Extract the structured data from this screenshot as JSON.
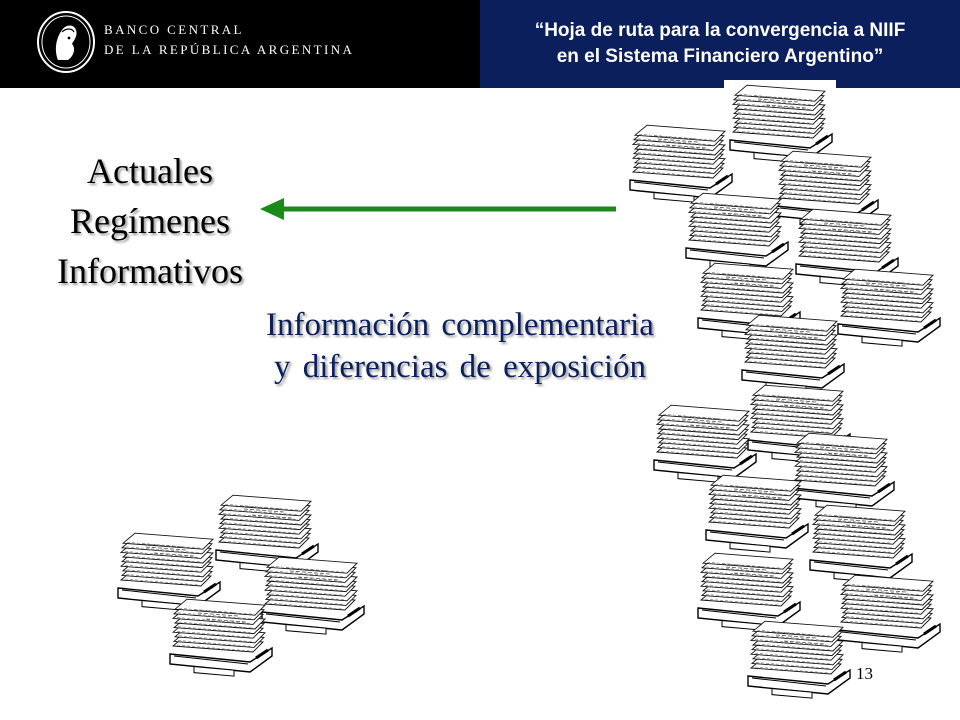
{
  "header": {
    "bank_name_line1": "BANCO CENTRAL",
    "bank_name_line2": "DE LA REPÚBLICA ARGENTINA",
    "title_line1": "“Hoja de ruta para la convergencia a NIIF",
    "title_line2": "en el Sistema Financiero Argentino”",
    "brand_color": "#0a1f5c"
  },
  "main": {
    "left_heading": [
      "Actuales",
      "Regímenes",
      "Informativos"
    ],
    "center_heading": [
      "Información complementaria",
      "y diferencias de exposición"
    ],
    "arrow_color": "#1a8a1a",
    "arrow_icon": "left-arrow-icon"
  },
  "footer": {
    "slide_number": "13"
  }
}
